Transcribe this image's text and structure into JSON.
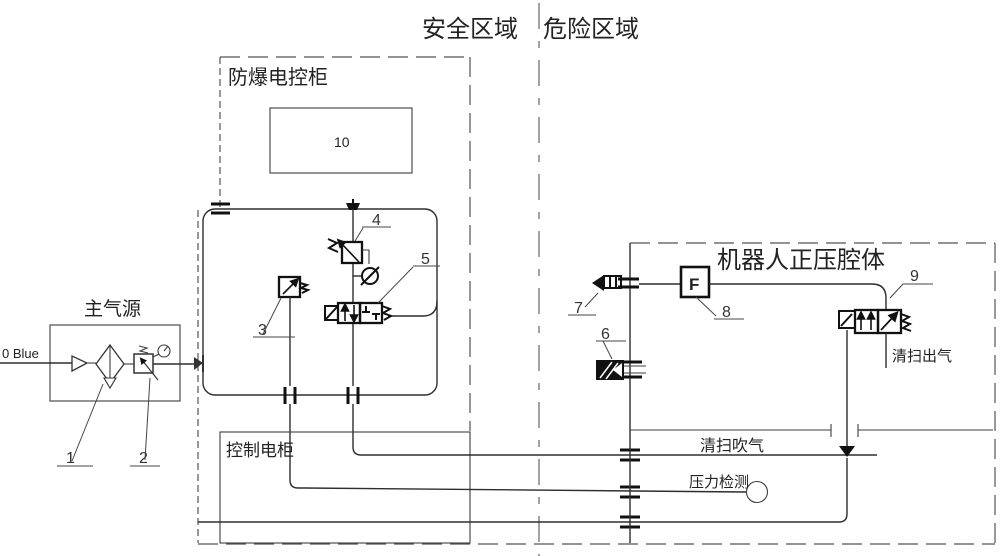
{
  "labels": {
    "zone_safe": "安全区域",
    "zone_danger": "危险区域",
    "explosion_cabinet": "防爆电控柜",
    "control_cabinet": "控制电柜",
    "air_source": "主气源",
    "robot_chamber": "机器人正压腔体",
    "purge_out": "清扫出气",
    "purge_blow": "清扫吹气",
    "pressure_detect": "压力检测",
    "inlet": "0 Blue",
    "flow_meter": "F"
  },
  "nums": {
    "n1": "1",
    "n2": "2",
    "n3": "3",
    "n4": "4",
    "n5": "5",
    "n6": "6",
    "n7": "7",
    "n8": "8",
    "n9": "9",
    "n10": "10"
  },
  "colors": {
    "line": "#2e2e2e",
    "symbol": "#111111",
    "dashed": "#555555",
    "background": "#ffffff"
  }
}
